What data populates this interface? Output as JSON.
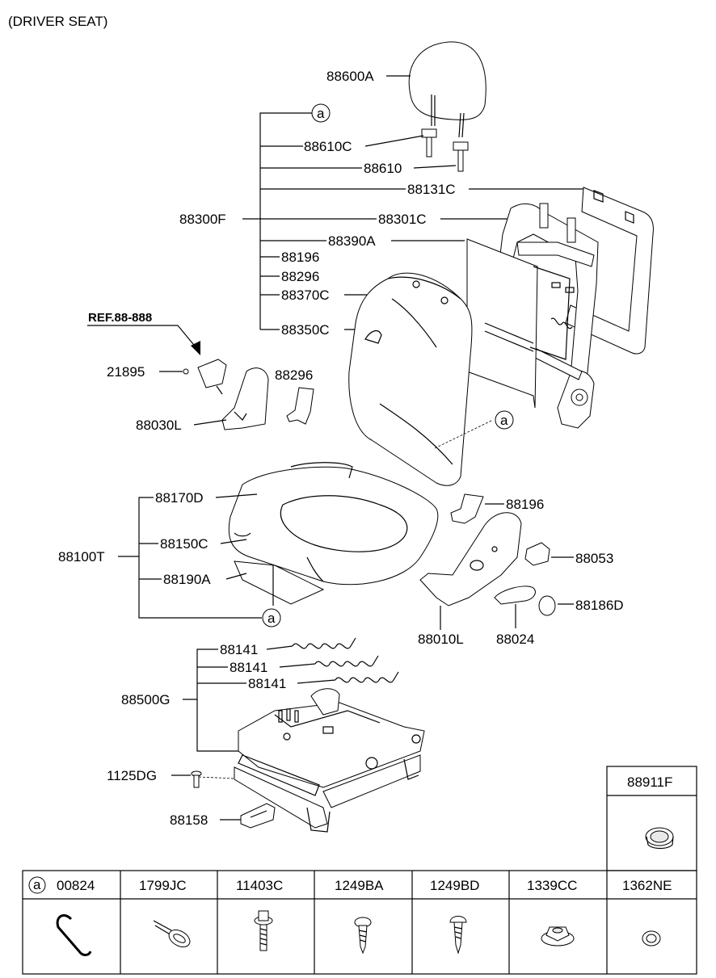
{
  "title": "(DRIVER SEAT)",
  "ref_label": "REF.88-888",
  "circle_marker": "a",
  "labels": {
    "88600A": "88600A",
    "88610C": "88610C",
    "88610": "88610",
    "88131C": "88131C",
    "88300F": "88300F",
    "88301C": "88301C",
    "88390A": "88390A",
    "88196_top": "88196",
    "88296_top": "88296",
    "88370C": "88370C",
    "88350C": "88350C",
    "21895": "21895",
    "88296_mid": "88296",
    "88030L": "88030L",
    "88170D": "88170D",
    "88196_mid": "88196",
    "88150C": "88150C",
    "88100T": "88100T",
    "88053": "88053",
    "88190A": "88190A",
    "88186D": "88186D",
    "88010L": "88010L",
    "88024": "88024",
    "88141_a": "88141",
    "88141_b": "88141",
    "88141_c": "88141",
    "88500G": "88500G",
    "1125DG": "1125DG",
    "88158": "88158"
  },
  "side_box": {
    "header": "88911F"
  },
  "parts_table": [
    {
      "code": "00824",
      "icon": "s-hook-icon",
      "marked": true
    },
    {
      "code": "1799JC",
      "icon": "cable-clip-icon",
      "marked": false
    },
    {
      "code": "11403C",
      "icon": "flange-bolt-icon",
      "marked": false
    },
    {
      "code": "1249BA",
      "icon": "tapping-screw-icon",
      "marked": false
    },
    {
      "code": "1249BD",
      "icon": "tapping-screw-icon",
      "marked": false
    },
    {
      "code": "1339CC",
      "icon": "flange-nut-icon",
      "marked": false
    },
    {
      "code": "1362NE",
      "icon": "washer-icon",
      "marked": false
    }
  ]
}
